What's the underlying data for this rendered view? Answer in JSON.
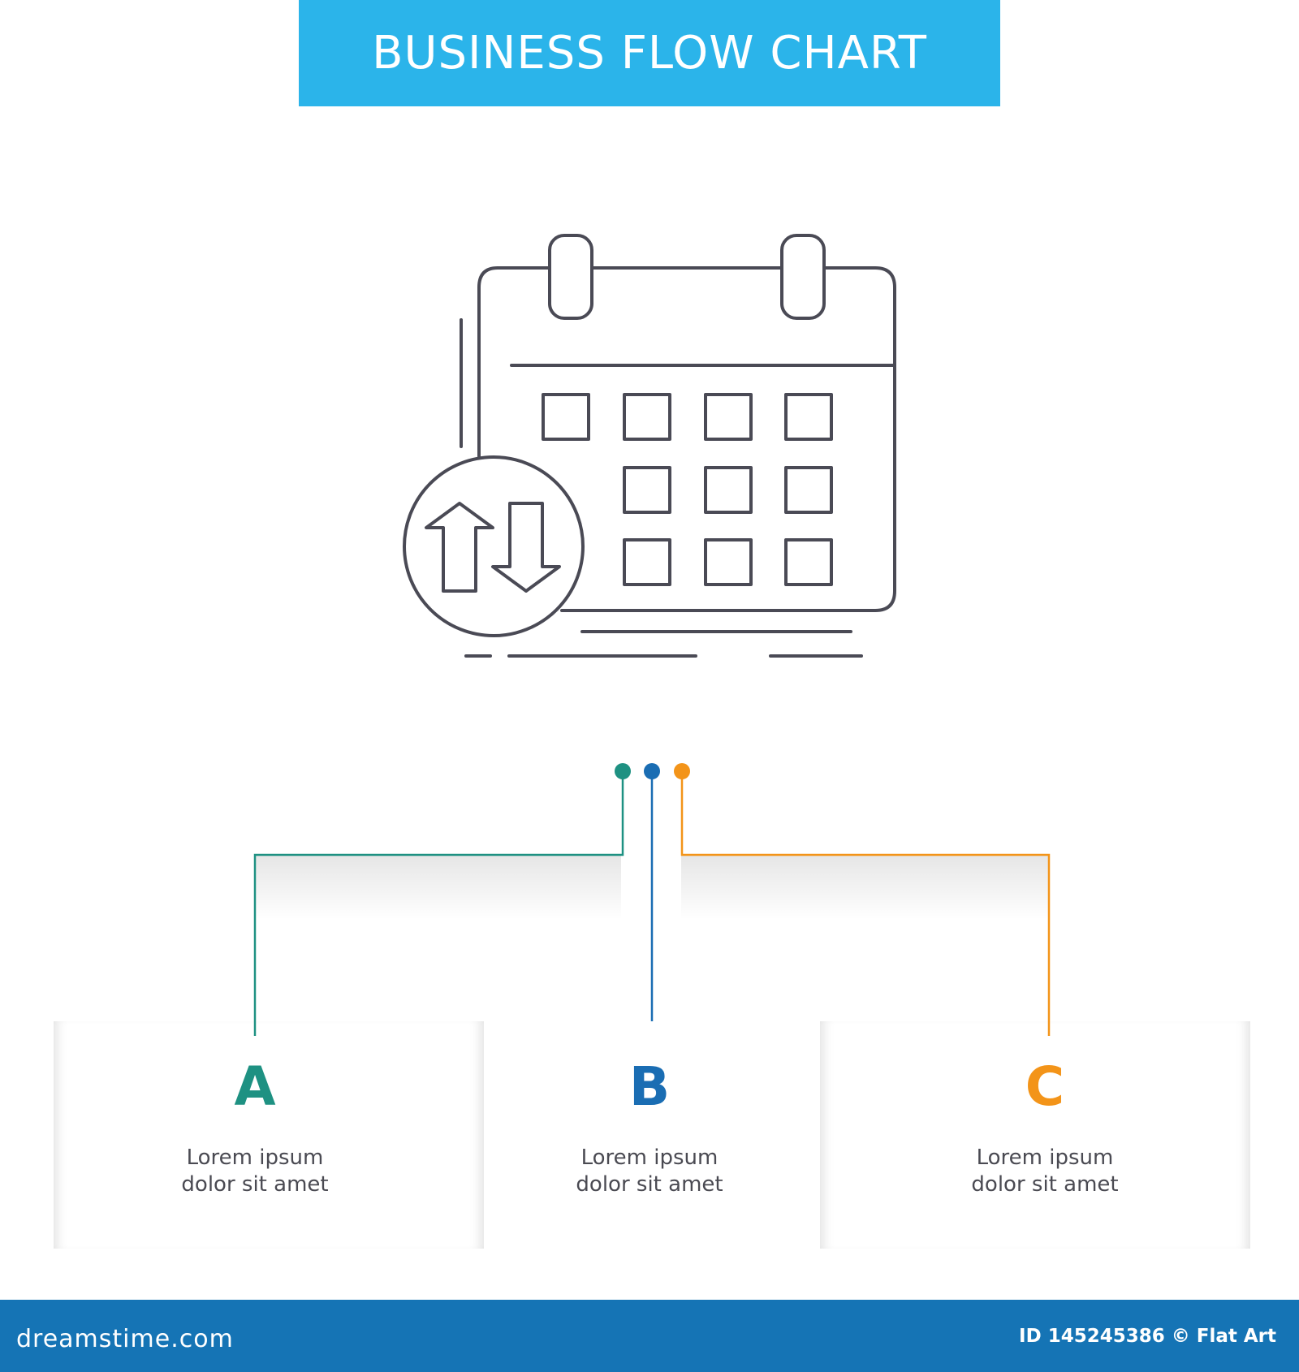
{
  "title": "BUSINESS FLOW CHART",
  "icon": "calendar-with-up-down-arrows-icon",
  "colors": {
    "banner": "#2bb4ea",
    "footer": "#1574b5",
    "line_art": "#4a4a55",
    "branch_a": "#1e9182",
    "branch_b": "#1a6db3",
    "branch_c": "#f39419"
  },
  "steps": [
    {
      "letter": "A",
      "line1": "Lorem ipsum",
      "line2": "dolor sit amet"
    },
    {
      "letter": "B",
      "line1": "Lorem ipsum",
      "line2": "dolor sit amet"
    },
    {
      "letter": "C",
      "line1": "Lorem ipsum",
      "line2": "dolor sit amet"
    }
  ],
  "footer": {
    "brand": "dreamstime.com",
    "id_text": "ID 145245386 © Flat Art"
  }
}
